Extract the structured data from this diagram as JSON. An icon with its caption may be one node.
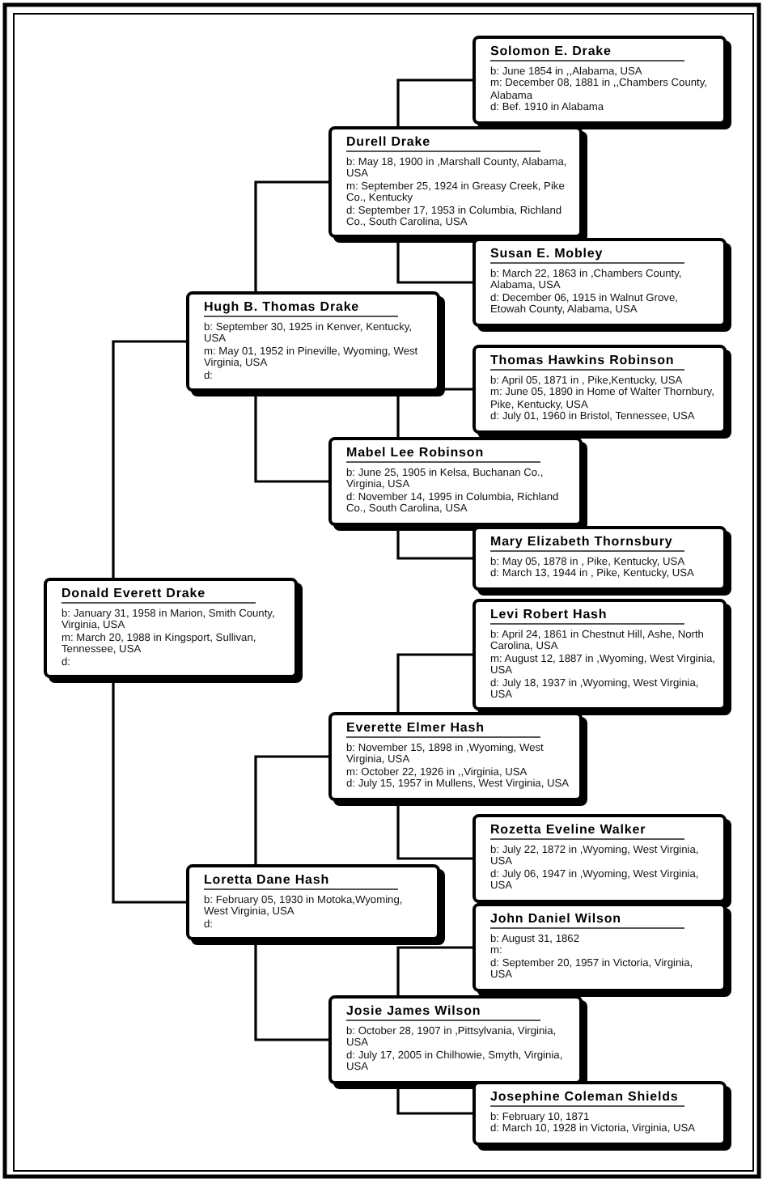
{
  "diagram": {
    "nodes": [
      {
        "text": [
          "Donald Everett Drake",
          "b: January 31, 1958 in Marion, Smith County, Virginia, USA",
          "m: March 20, 1988 in Kingsport, Sullivan, Tennessee, USA",
          "d:"
        ]
      },
      {
        "text": [
          "Hugh B. Thomas Drake",
          "b: September 30, 1925 in Kenver, Kentucky, USA",
          "m: May 01, 1952 in Pineville, Wyoming, West Virginia, USA",
          "d:"
        ]
      },
      {
        "text": [
          "Durell Drake",
          "b: May 18, 1900 in ,Marshall County, Alabama, USA",
          "m: September 25, 1924 in Greasy Creek, Pike Co., Kentucky",
          "d: September 17, 1953 in Columbia, Richland Co., South Carolina, USA"
        ]
      },
      {
        "text": [
          "Solomon E. Drake",
          "b: June 1854 in ,,Alabama, USA",
          "m: December 08, 1881 in ,,Chambers County, Alabama",
          "d: Bef. 1910 in Alabama"
        ]
      },
      {
        "text": [
          "Susan E. Mobley",
          "b: March 22, 1863 in ,Chambers County, Alabama, USA",
          "d: December 06, 1915 in Walnut Grove, Etowah County, Alabama, USA"
        ]
      },
      {
        "text": [
          "Mabel Lee Robinson",
          "b: June 25, 1905 in Kelsa, Buchanan Co., Virginia, USA",
          "d: November 14, 1995 in Columbia, Richland Co., South Carolina, USA"
        ]
      },
      {
        "text": [
          "Thomas Hawkins Robinson",
          "b: April 05, 1871 in , Pike,Kentucky, USA",
          "m: June 05, 1890 in Home of Walter Thornbury, Pike, Kentucky, USA",
          "d: July 01, 1960 in Bristol, Tennessee, USA"
        ]
      },
      {
        "text": [
          "Mary Elizabeth Thornsbury",
          "b: May 05, 1878 in , Pike, Kentucky, USA",
          "d: March 13, 1944 in , Pike, Kentucky, USA"
        ]
      },
      {
        "text": [
          "Loretta Dane Hash",
          "b: February 05, 1930 in Motoka,Wyoming, West Virginia, USA",
          "d:"
        ]
      },
      {
        "text": [
          "Everette Elmer Hash",
          "b: November 15, 1898 in ,Wyoming, West Virginia, USA",
          "m: October 22, 1926 in ,,Virginia, USA",
          "d: July 15, 1957 in Mullens, West Virginia, USA"
        ]
      },
      {
        "text": [
          "Levi Robert Hash",
          "b: April 24, 1861 in Chestnut Hill, Ashe, North Carolina, USA",
          "m: August 12, 1887 in ,Wyoming, West Virginia, USA",
          "d: July 18, 1937 in ,Wyoming, West Virginia, USA"
        ]
      },
      {
        "text": [
          "Rozetta Eveline Walker",
          "b: July 22, 1872 in ,Wyoming, West Virginia, USA",
          "d: July 06, 1947 in ,Wyoming, West Virginia, USA"
        ]
      },
      {
        "text": [
          "Josie James Wilson",
          "b: October 28, 1907 in ,Pittsylvania, Virginia, USA",
          "d: July 17, 2005 in Chilhowie, Smyth, Virginia, USA"
        ]
      },
      {
        "text": [
          "John Daniel Wilson",
          "b: August 31, 1862",
          "m:",
          "d: September 20, 1957 in Victoria, Virginia, USA"
        ]
      },
      {
        "text": [
          "Josephine Coleman Shields",
          "b: February 10, 1871",
          "d: March 10, 1928 in Victoria, Virginia, USA"
        ]
      }
    ],
    "edges": [
      {
        "from": 0,
        "to": 1,
        "arrow": "none"
      },
      {
        "from": 0,
        "to": 8,
        "arrow": "none"
      },
      {
        "from": 1,
        "to": 2,
        "arrow": "none"
      },
      {
        "from": 1,
        "to": 5,
        "arrow": "none"
      },
      {
        "from": 2,
        "to": 3,
        "arrow": "none"
      },
      {
        "from": 2,
        "to": 4,
        "arrow": "none"
      },
      {
        "from": 5,
        "to": 6,
        "arrow": "none"
      },
      {
        "from": 5,
        "to": 7,
        "arrow": "none"
      },
      {
        "from": 8,
        "to": 9,
        "arrow": "none"
      },
      {
        "from": 8,
        "to": 12,
        "arrow": "none"
      },
      {
        "from": 9,
        "to": 10,
        "arrow": "none"
      },
      {
        "from": 9,
        "to": 11,
        "arrow": "none"
      },
      {
        "from": 12,
        "to": 13,
        "arrow": "none"
      },
      {
        "from": 12,
        "to": 14,
        "arrow": "none"
      }
    ]
  }
}
